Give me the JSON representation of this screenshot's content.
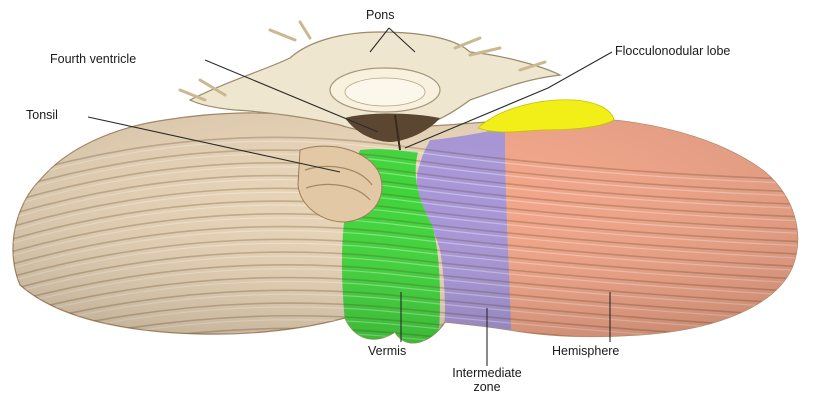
{
  "labels": {
    "pons": "Pons",
    "fourth_ventricle": "Fourth ventricle",
    "flocculonodular_lobe": "Flocculonodular lobe",
    "tonsil": "Tonsil",
    "vermis": "Vermis",
    "intermediate_zone_line1": "Intermediate",
    "intermediate_zone_line2": "zone",
    "hemisphere": "Hemisphere"
  },
  "colors": {
    "background": "#ffffff",
    "natural_tissue": "#e8d3b5",
    "natural_tissue_shadow": "#b89a76",
    "brainstem": "#efe6cf",
    "vermis": "#3fd43a",
    "intermediate_zone": "#a795d6",
    "hemisphere": "#f2a487",
    "flocculonodular_lobe": "#f2ee18",
    "leader_line": "#2a2a2a"
  }
}
